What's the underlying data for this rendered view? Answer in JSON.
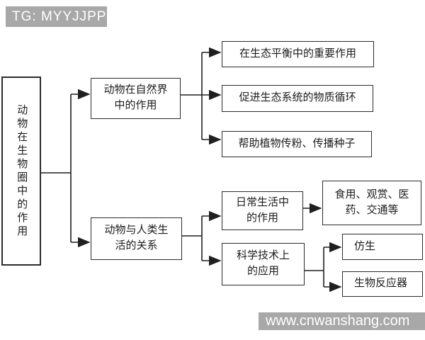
{
  "badge": {
    "text": "TG: MYYJJPP"
  },
  "watermark": {
    "text": "www.cnwanshang.com"
  },
  "colors": {
    "line": "#1f1f1f",
    "box_border": "#2b2b2b",
    "box_bg": "#ffffff",
    "banner_bg": "#a8a8a8",
    "banner_text": "#ffffff"
  },
  "diagram": {
    "title": "动物在生物圈中的作用",
    "nodes": {
      "root": {
        "label": "动物在生物圈中的作用"
      },
      "nature_role": {
        "label": "动物在自然界\n中的作用"
      },
      "eco_balance": {
        "label": "在生态平衡中的重要作用"
      },
      "material_cycle": {
        "label": "促进生态系统的物质循环"
      },
      "pollination": {
        "label": "帮助植物传粉、传播种子"
      },
      "human_relation": {
        "label": "动物与人类生\n活的关系"
      },
      "daily_life": {
        "label": "日常生活中\n的作用"
      },
      "daily_uses": {
        "label": "食用、观赏、医\n药、交通等"
      },
      "sci_tech": {
        "label": "科学技术上\n的应用"
      },
      "bionics": {
        "label": "仿生"
      },
      "bioreactor": {
        "label": "生物反应器"
      }
    }
  }
}
